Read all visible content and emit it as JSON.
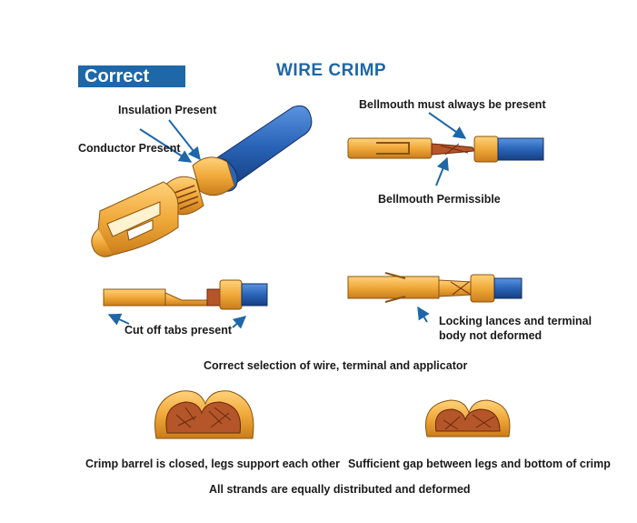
{
  "badge": "Correct",
  "title": "WIRE CRIMP",
  "labels": {
    "insulation_present": "Insulation Present",
    "conductor_present": "Conductor Present",
    "bellmouth_present": "Bellmouth must always be present",
    "bellmouth_permissible": "Bellmouth Permissible",
    "cut_off_tabs": "Cut off tabs present",
    "locking_lances_1": "Locking lances and terminal",
    "locking_lances_2": "body not deformed",
    "correct_selection": "Correct selection of wire, terminal and applicator",
    "barrel_closed": "Crimp barrel is closed, legs support each other",
    "sufficient_gap": "Sufficient gap between legs and bottom of crimp",
    "strands_distributed": "All strands are equally distributed and deformed"
  },
  "colors": {
    "brand_blue": "#1e67a8",
    "terminal_gold": "#f0a93a",
    "terminal_shade": "#d98a1f",
    "wire_blue": "#2a64b8",
    "arrow_blue": "#1e67a8",
    "copper": "#b4552a"
  }
}
